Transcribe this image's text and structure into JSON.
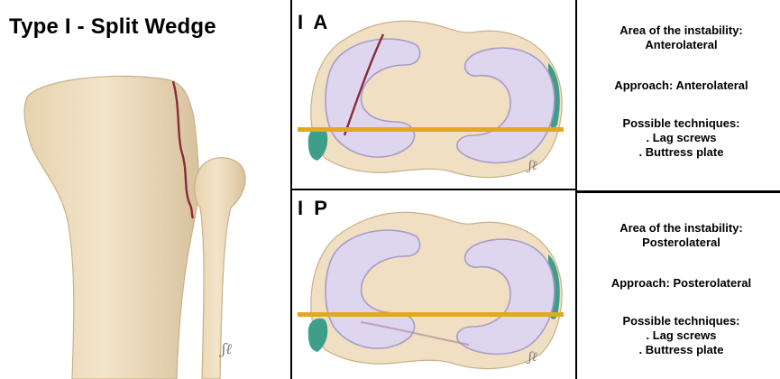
{
  "title": "Type I - Split Wedge",
  "panels": [
    {
      "label": "I A",
      "area_label": "Area of the instability:",
      "area_value": "Anterolateral",
      "approach": "Approach: Anterolateral",
      "techniques_label": "Possible techniques:",
      "techniques": [
        ". Lag screws",
        ". Buttress plate"
      ]
    },
    {
      "label": "I P",
      "area_label": "Area of the instability:",
      "area_value": "Posterolateral",
      "approach": "Approach: Posterolateral",
      "techniques_label": "Possible techniques:",
      "techniques": [
        ". Lag screws",
        ". Buttress plate"
      ]
    }
  ],
  "colors": {
    "bone": "#f0dfc2",
    "bone_shadow": "#d9c29c",
    "meniscus": "#ddd6ee",
    "meniscus_edge": "#a89cc8",
    "fracture": "#8a2a3a",
    "cut_line": "#e2a820",
    "cartilage": "#3f9e8a"
  }
}
